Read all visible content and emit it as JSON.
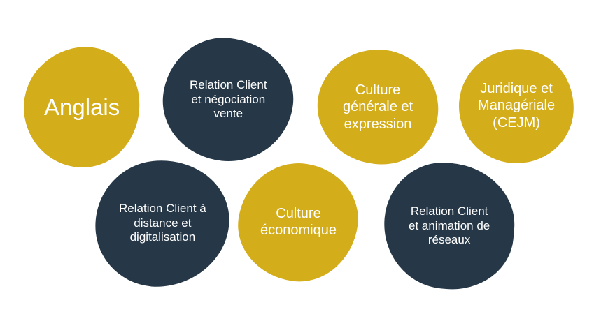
{
  "colors": {
    "gold": "#d4ad1b",
    "navy": "#263848",
    "text": "#ffffff"
  },
  "subjects": [
    {
      "label": "Anglais",
      "color": "gold"
    },
    {
      "label": "Relation Client\net négociation\nvente",
      "color": "navy"
    },
    {
      "label": "Culture\ngénérale et\nexpression",
      "color": "gold"
    },
    {
      "label": "Juridique et\nManagériale\n(CEJM)",
      "color": "gold"
    },
    {
      "label": "Relation Client à\ndistance et\ndigitalisation",
      "color": "navy"
    },
    {
      "label": "Culture\néconomique",
      "color": "gold"
    },
    {
      "label": "Relation Client\net animation de\nréseaux",
      "color": "navy"
    }
  ]
}
